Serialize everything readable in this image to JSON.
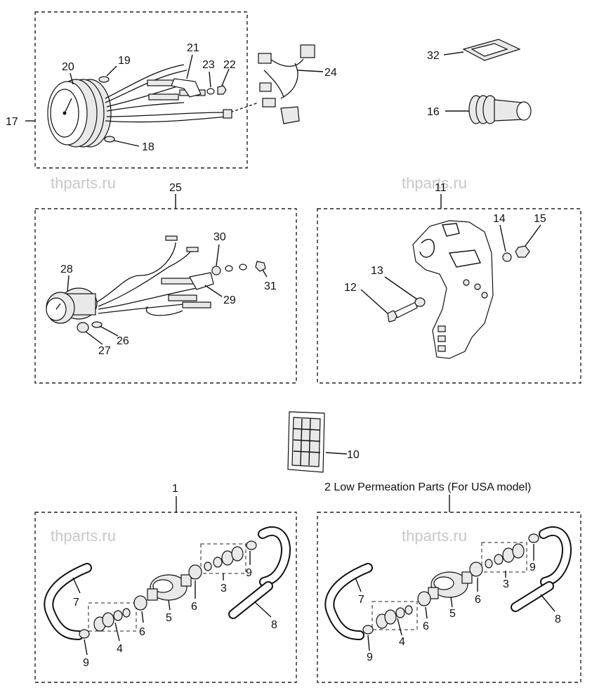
{
  "watermark": "thparts.ru",
  "callouts": {
    "c1": "1",
    "c3a": "3",
    "c3b": "3",
    "c4a": "4",
    "c4b": "4",
    "c5a": "5",
    "c5b": "5",
    "c6a": "6",
    "c6b": "6",
    "c6c": "6",
    "c6d": "6",
    "c7a": "7",
    "c7b": "7",
    "c8a": "8",
    "c8b": "8",
    "c9a": "9",
    "c9b": "9",
    "c9c": "9",
    "c9d": "9",
    "c10": "10",
    "c11": "11",
    "c12": "12",
    "c13": "13",
    "c14": "14",
    "c15": "15",
    "c16": "16",
    "c17": "17",
    "c18": "18",
    "c19": "19",
    "c20": "20",
    "c21": "21",
    "c22": "22",
    "c23": "23",
    "c24": "24",
    "c25": "25",
    "c26": "26",
    "c27": "27",
    "c28": "28",
    "c29": "29",
    "c30": "30",
    "c31": "31",
    "c32": "32"
  },
  "group2_caption": "2 Low Permeation Parts (For USA model)"
}
